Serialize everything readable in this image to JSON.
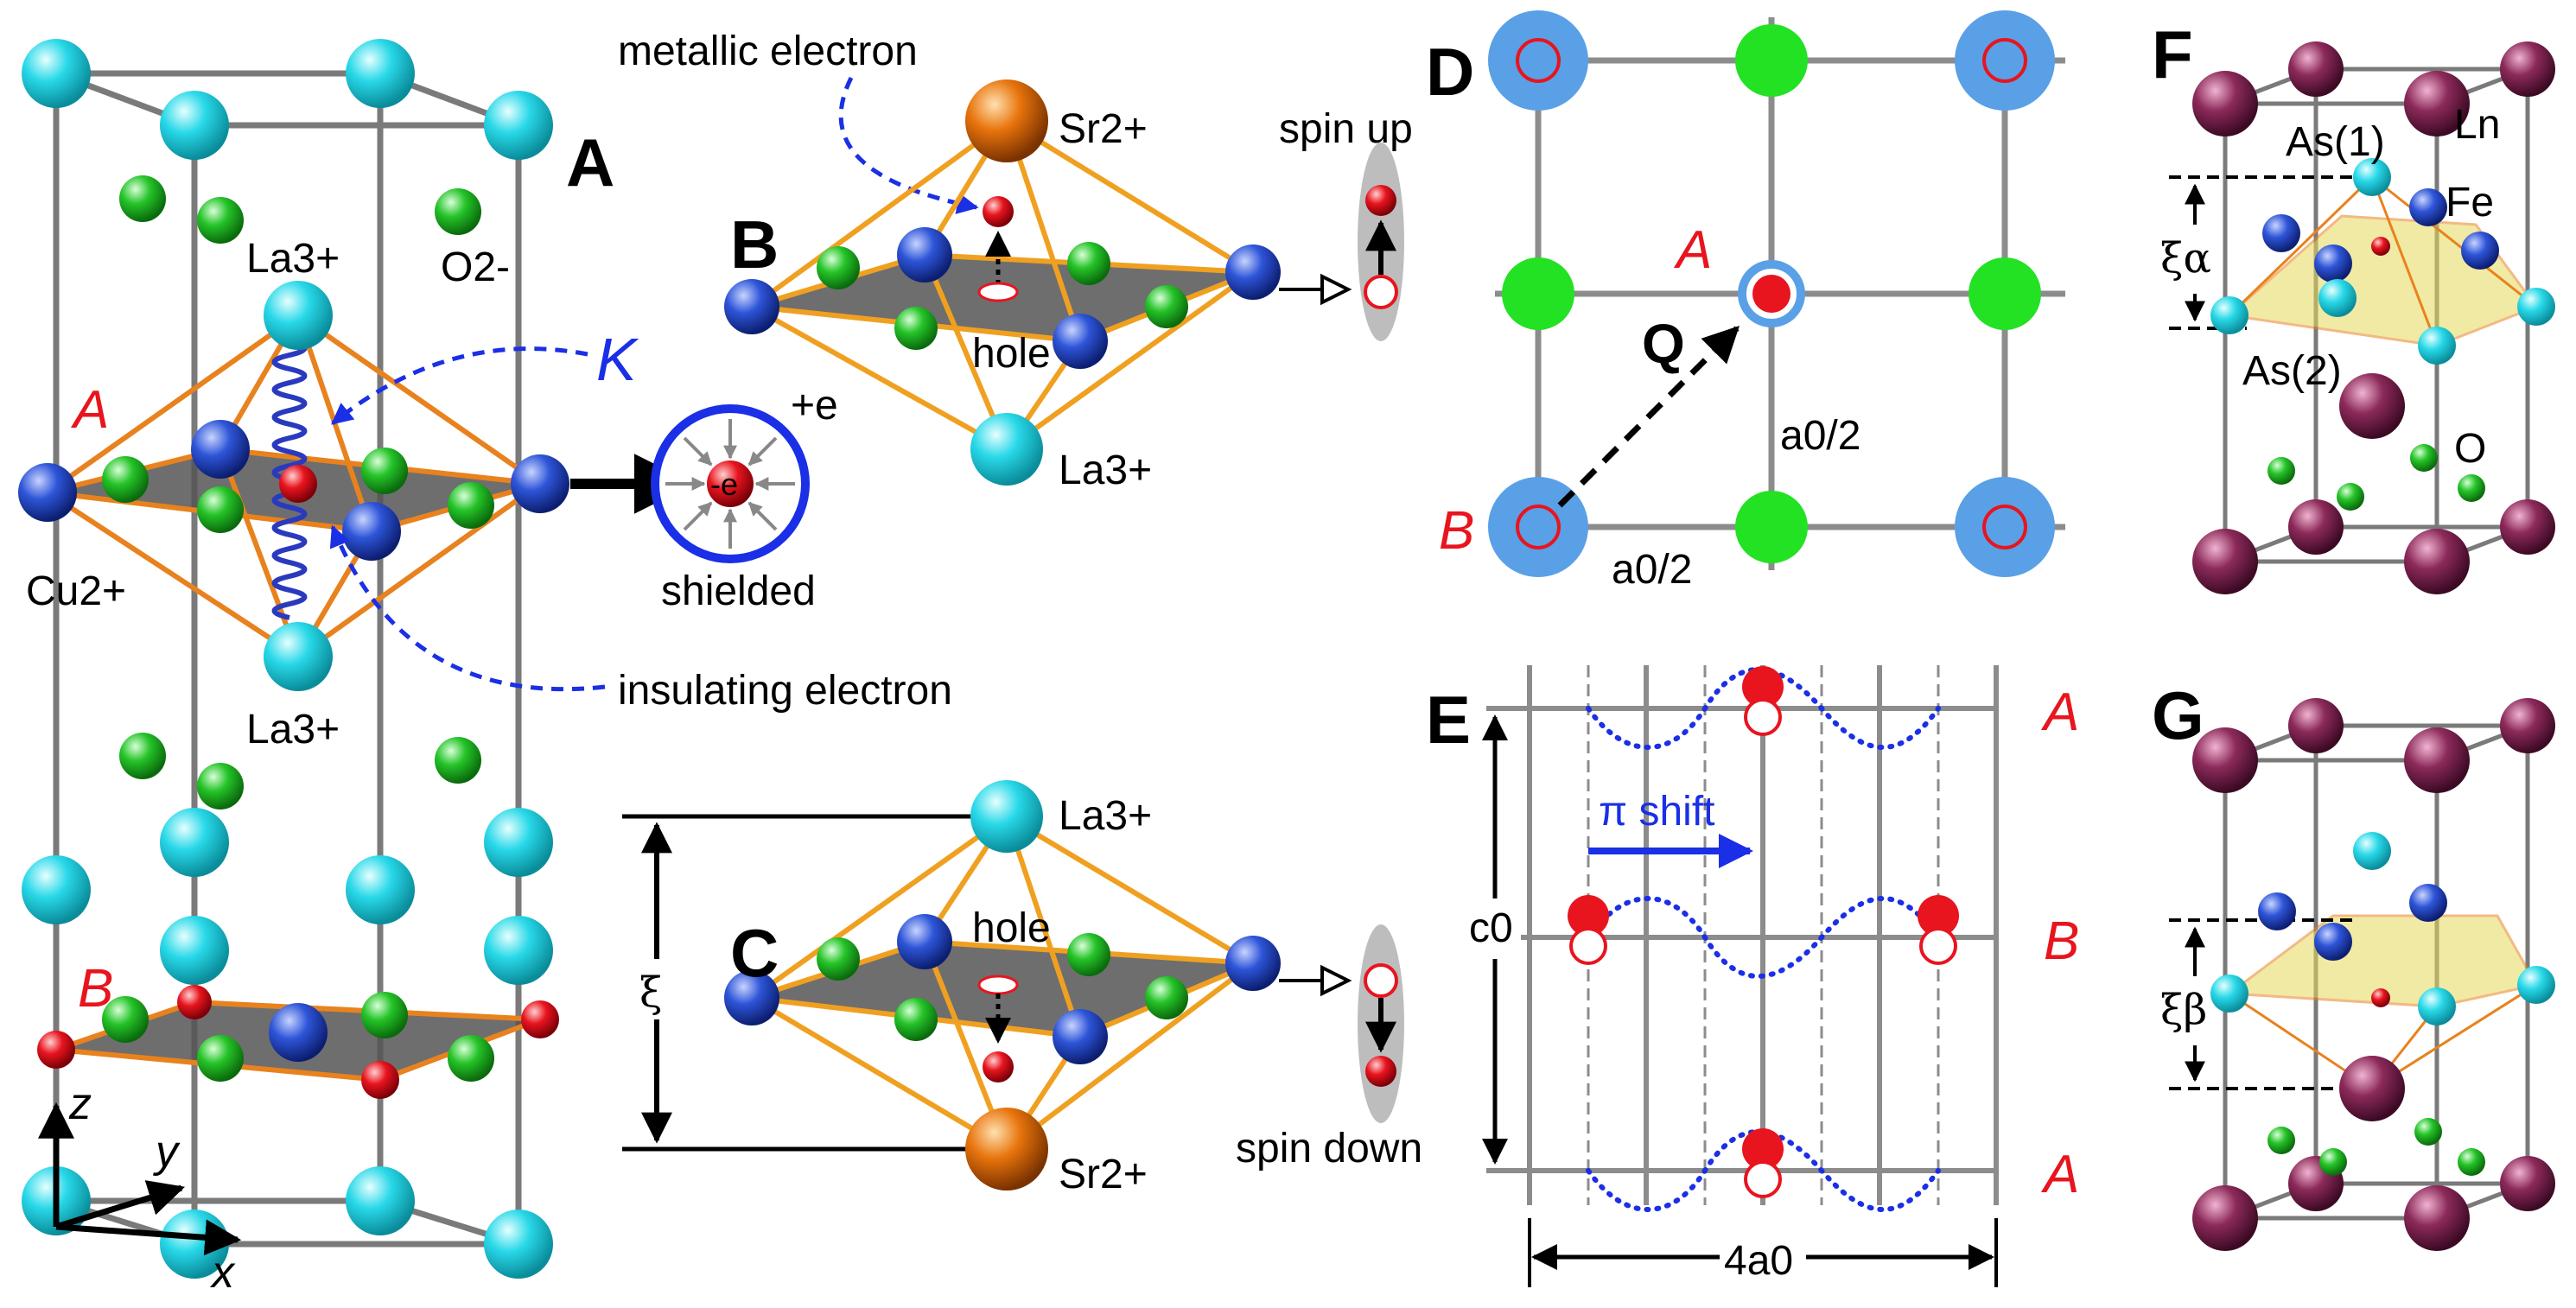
{
  "panels": {
    "a": "A",
    "b": "B",
    "c": "C",
    "d": "D",
    "e": "E",
    "f": "F",
    "g": "G"
  },
  "panel_a": {
    "ion_la_top": "La3+",
    "ion_la_bottom": "La3+",
    "ion_o": "O2-",
    "ion_cu": "Cu2+",
    "site_a": "A",
    "site_b": "B",
    "k_label": "K",
    "metallic_electron": "metallic electron",
    "insulating_electron": "insulating electron",
    "shield_plus": "+e",
    "shield_minus": "-e",
    "shielded": "shielded",
    "axis_x": "x",
    "axis_y": "y",
    "axis_z": "z"
  },
  "panel_b": {
    "ion_sr": "Sr2+",
    "ion_la": "La3+",
    "hole": "hole",
    "spin": "spin up"
  },
  "panel_c": {
    "ion_la": "La3+",
    "ion_sr": "Sr2+",
    "hole": "hole",
    "spin": "spin down",
    "xi": "ξ"
  },
  "panel_d": {
    "site_a": "A",
    "site_b": "B",
    "q": "Q",
    "a_vertical": "a0/2",
    "a_horizontal": "a0/2"
  },
  "panel_e": {
    "row_a_top": "A",
    "row_b": "B",
    "row_a_bottom": "A",
    "shift": "π shift",
    "c0": "c0",
    "width": "4a0"
  },
  "panel_f": {
    "as1": "As(1)",
    "as2": "As(2)",
    "ln": "Ln",
    "fe": "Fe",
    "o": "O",
    "xi_alpha": "ξα"
  },
  "panel_g": {
    "xi_beta": "ξβ"
  },
  "colors": {
    "la": "#27d9e6",
    "cu": "#2e55d8",
    "oxygen": "#27c32a",
    "electron": "#e8141e",
    "sr": "#e8740c",
    "ln": "#8c2a5a",
    "bond": "#f0a020",
    "plane": "#5a5a5a",
    "dashed": "#1a2fe6",
    "site_label": "#e8141e",
    "d_lattice": "#5aa0e6",
    "d_grid": "#8c8c8c",
    "polyhedron": "#e6da5a"
  }
}
